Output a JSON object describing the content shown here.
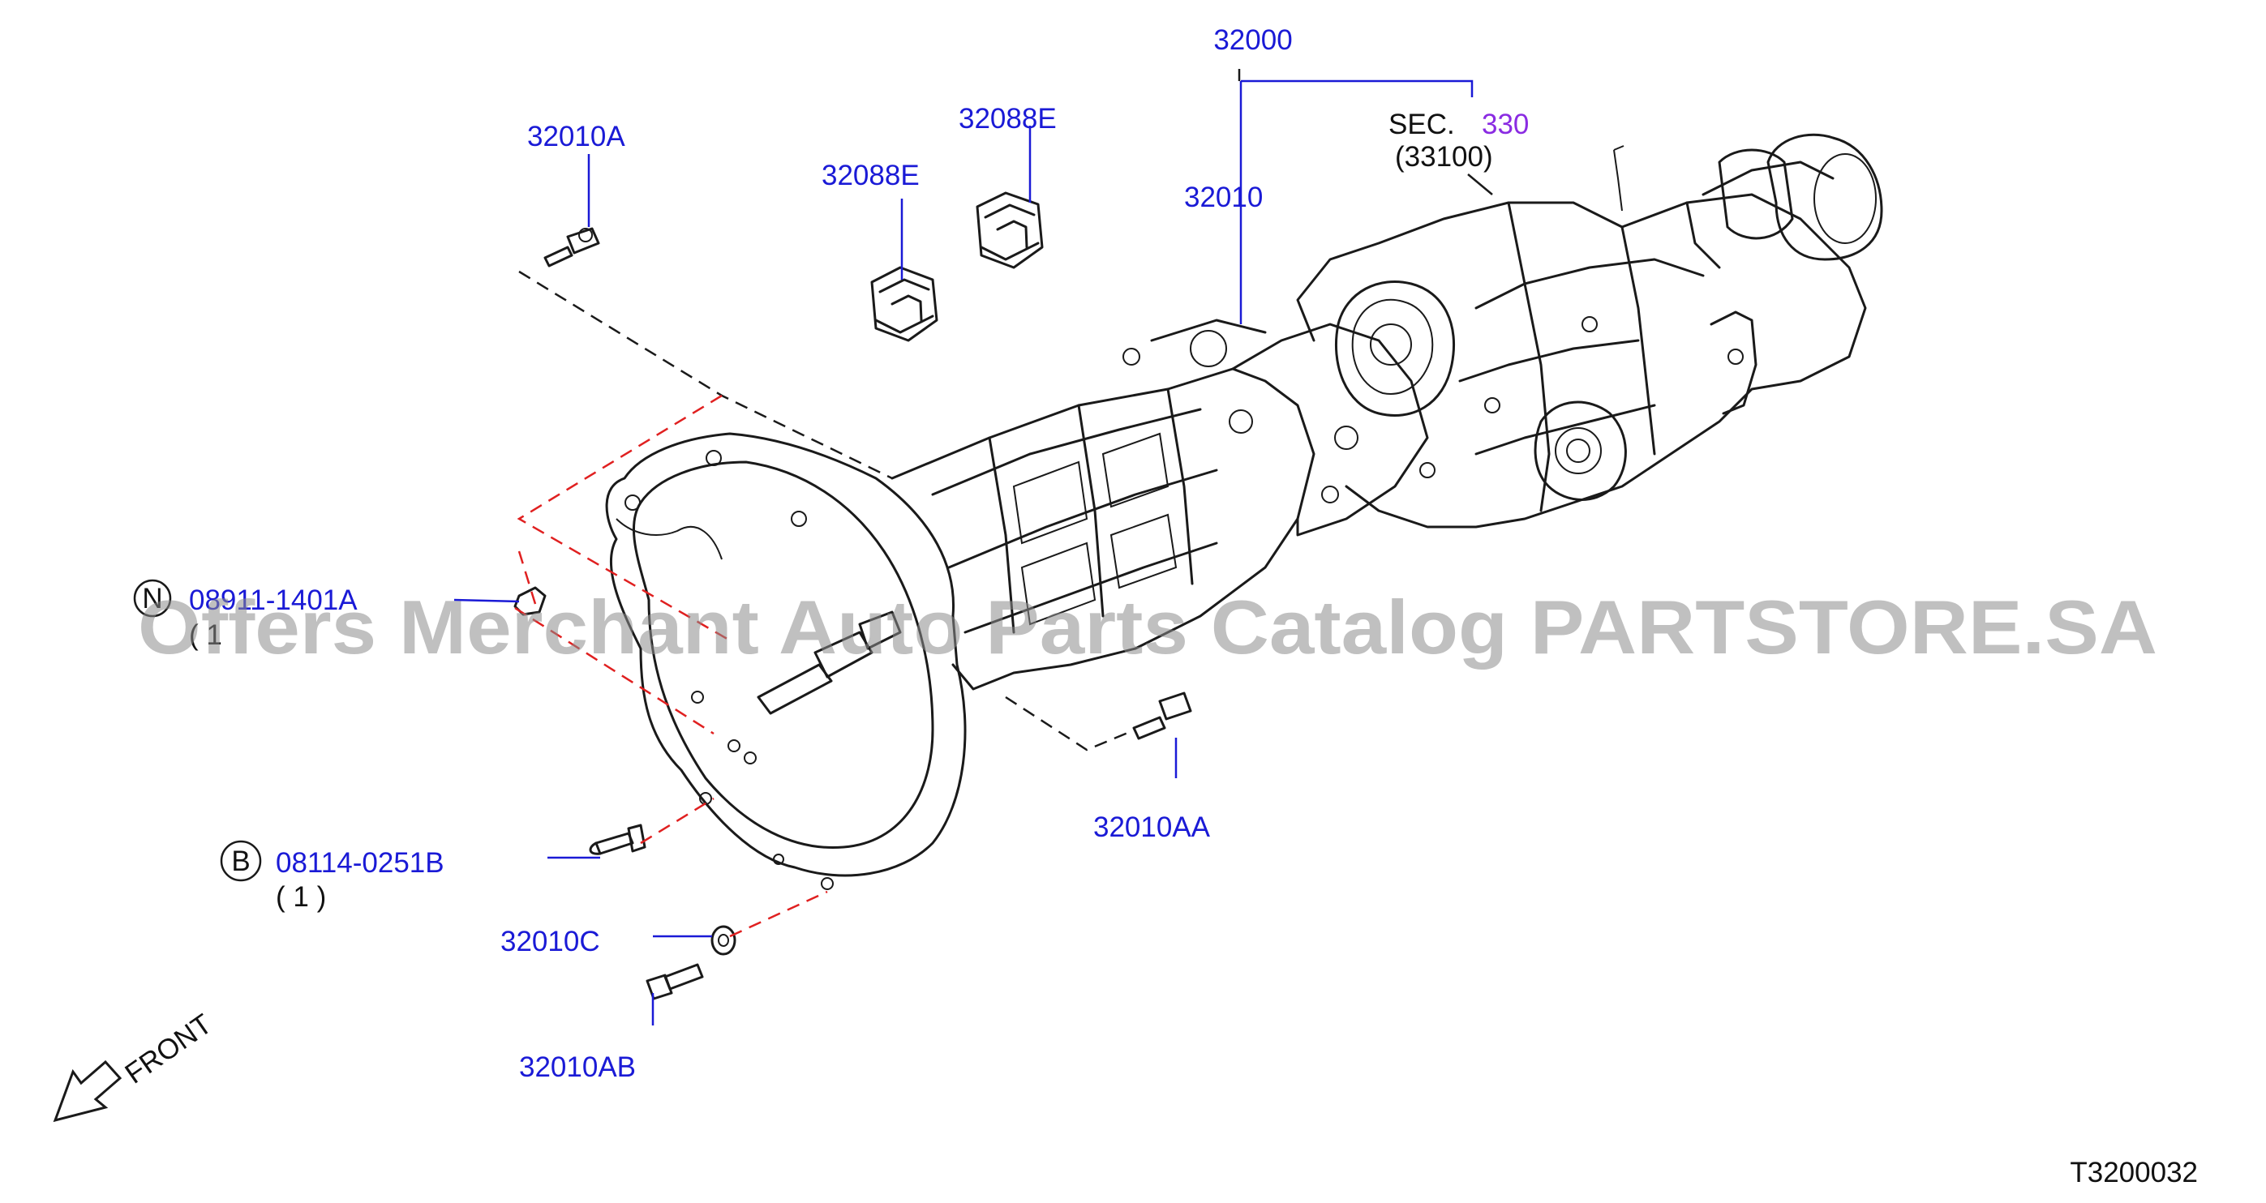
{
  "diagram": {
    "part_numbers": {
      "assembly": "32000",
      "transmission": "32010",
      "bolt_top": "32010A",
      "mount_left": "32088E",
      "mount_right": "32088E",
      "bolt_right": "32010AA",
      "washer": "32010C",
      "bolt_bottom": "32010AB"
    },
    "section_ref": {
      "prefix": "SEC.",
      "number": "330",
      "sub": "(33100)"
    },
    "callout_a": {
      "letter": "N",
      "part": "08911-1401A",
      "qty": "( 1"
    },
    "callout_b": {
      "letter": "B",
      "part": "08114-0251B",
      "qty": "( 1 )"
    },
    "front_label": "FRONT",
    "figure_code": "T3200032",
    "watermark": "Offers Merchant Auto Parts Catalog PARTSTORE.SA",
    "colors": {
      "label": "#1a1ad6",
      "section_link": "#8a2be2",
      "dashed_red": "#e02020"
    }
  }
}
